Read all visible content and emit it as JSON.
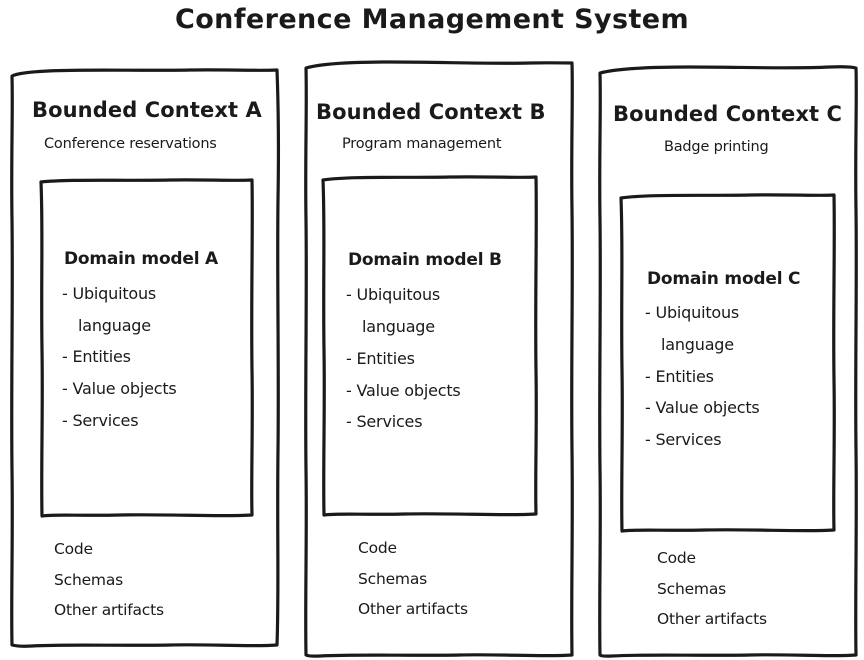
{
  "diagram": {
    "title": "Conference Management System",
    "type": "bounded-context-diagram",
    "style": "hand-drawn-sketch",
    "stroke_color": "#1a1a1a",
    "background_color": "#ffffff",
    "contexts": [
      {
        "id": "a",
        "title": "Bounded Context A",
        "subtitle": "Conference reservations",
        "model": {
          "title": "Domain model A",
          "items": [
            "- Ubiquitous",
            "language",
            "- Entities",
            "- Value objects",
            "- Services"
          ]
        },
        "artifacts": [
          "Code",
          "Schemas",
          "Other artifacts"
        ]
      },
      {
        "id": "b",
        "title": "Bounded Context B",
        "subtitle": "Program management",
        "model": {
          "title": "Domain model B",
          "items": [
            "- Ubiquitous",
            "language",
            "- Entities",
            "- Value objects",
            "- Services"
          ]
        },
        "artifacts": [
          "Code",
          "Schemas",
          "Other artifacts"
        ]
      },
      {
        "id": "c",
        "title": "Bounded Context C",
        "subtitle": "Badge printing",
        "model": {
          "title": "Domain model C",
          "items": [
            "- Ubiquitous",
            "language",
            "- Entities",
            "- Value objects",
            "- Services"
          ]
        },
        "artifacts": [
          "Code",
          "Schemas",
          "Other artifacts"
        ]
      }
    ]
  }
}
